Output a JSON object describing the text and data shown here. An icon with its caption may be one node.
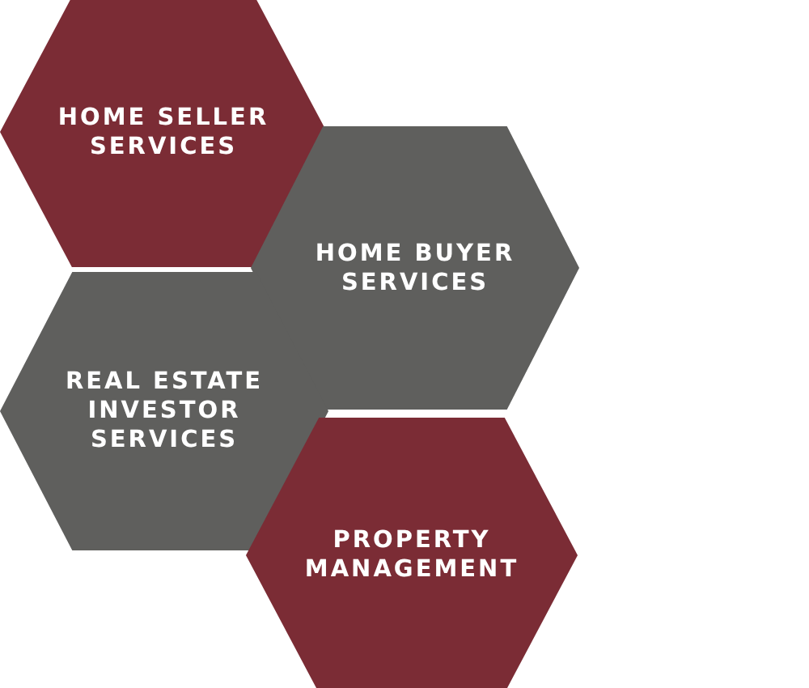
{
  "diagram": {
    "nodes": [
      {
        "text": [
          "HOME SELLER SERVICES"
        ]
      },
      {
        "text": [
          "HOME BUYER SERVICES"
        ]
      },
      {
        "text": [
          "REAL ESTATE INVESTOR SERVICES"
        ]
      },
      {
        "text": [
          "PROPERTY MANAGEMENT"
        ]
      }
    ]
  }
}
